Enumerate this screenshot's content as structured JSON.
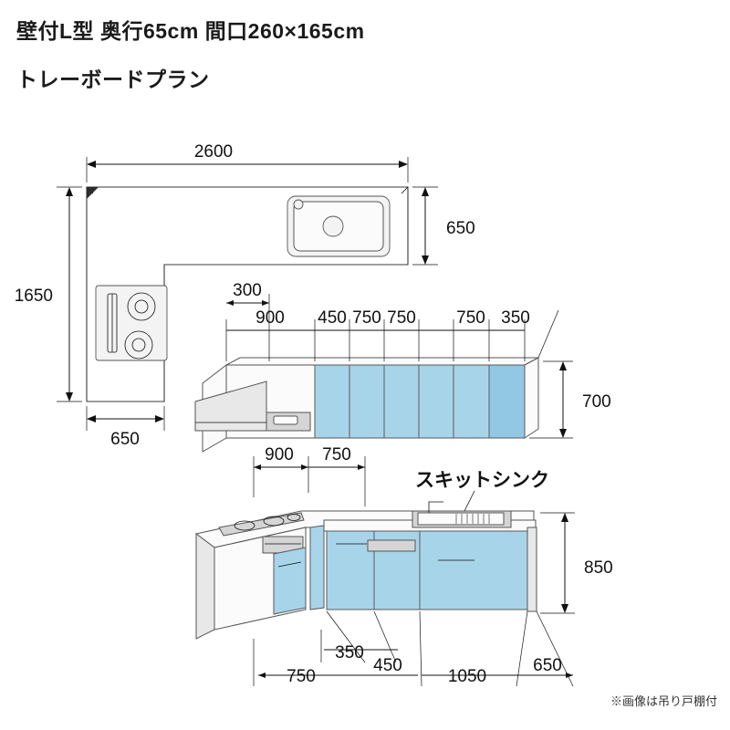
{
  "header": {
    "title_line1": "壁付L型 奥行65cm 間口260×165cm",
    "title_line2": "トレーボードプラン"
  },
  "footer": {
    "note": "※画像は吊り戸棚付"
  },
  "labels": {
    "sink_name": "スキットシンク"
  },
  "chart_data": {
    "type": "diagram",
    "plan_view": {
      "overall_width": "2600",
      "overall_depth_right": "650",
      "overall_height_left": "1650",
      "left_depth": "650"
    },
    "wall_cabinet_dims": {
      "top_row": [
        "300"
      ],
      "segments": [
        "900",
        "450",
        "750",
        "750",
        "750",
        "350"
      ],
      "height": "700"
    },
    "base_cabinet_dims": {
      "top_segments": [
        "900",
        "750"
      ],
      "height": "850",
      "bottom_segments": [
        "750",
        "350",
        "450",
        "1050",
        "650"
      ]
    }
  }
}
